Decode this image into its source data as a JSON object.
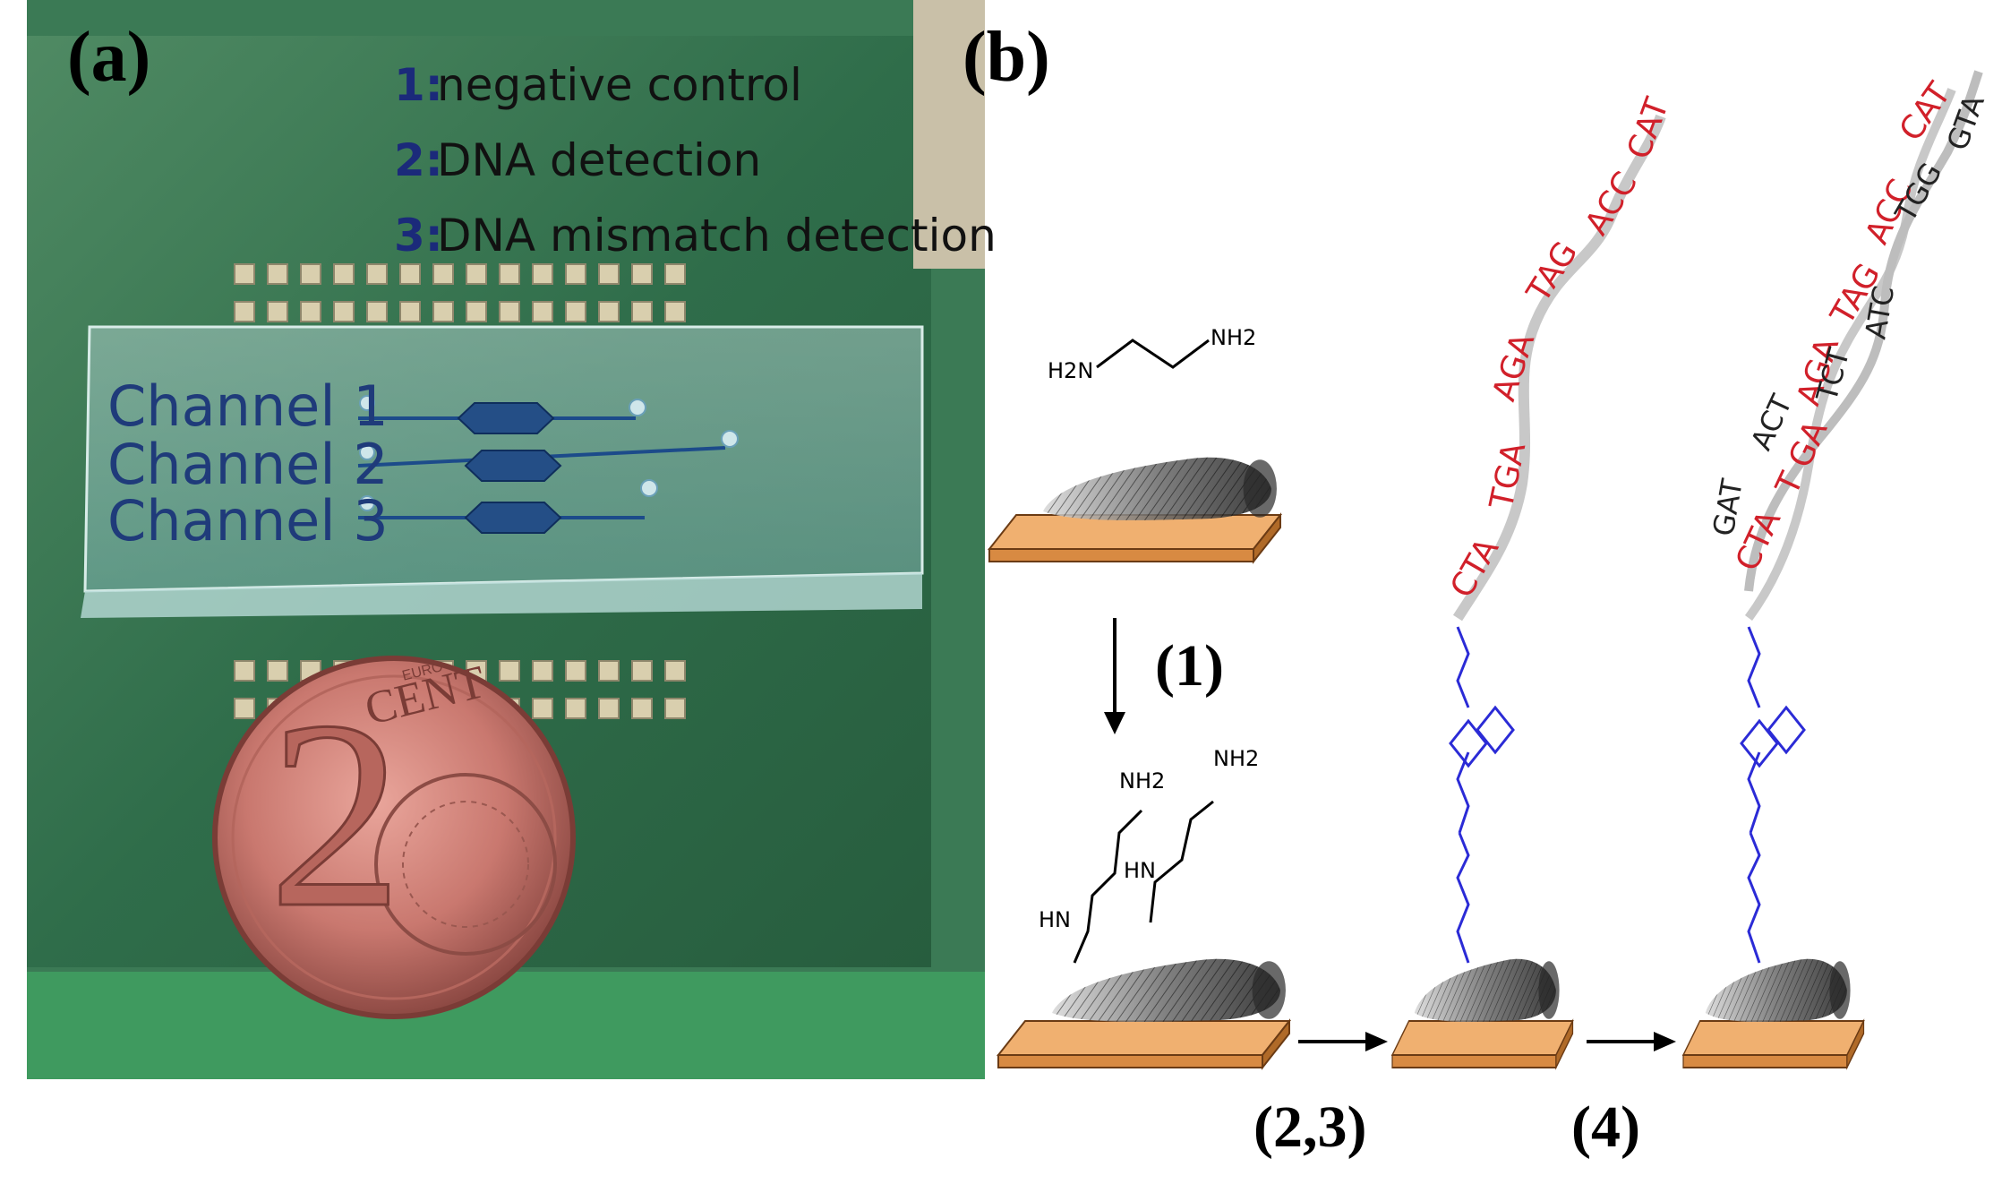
{
  "panel_a": {
    "label": "(a)",
    "legend": [
      {
        "num": "1:",
        "text": "negative control"
      },
      {
        "num": "2:",
        "text": "DNA detection"
      },
      {
        "num": "3:",
        "text": "DNA mismatch detection"
      }
    ],
    "channels": [
      "Channel  1",
      "Channel  2",
      "Channel  3"
    ],
    "coin": {
      "digit": "2",
      "text": "CENT",
      "small": "EURO"
    }
  },
  "panel_b": {
    "label": "(b)",
    "ethylenediamine": {
      "left": "H2N",
      "right": "NH2"
    },
    "functionalized": {
      "amine_top_left": "NH2",
      "amine_top_right": "NH2",
      "amine_left": "HN",
      "amine_right": "HN"
    },
    "steps": {
      "step1": "(1)",
      "step23": "(2,3)",
      "step4": "(4)"
    },
    "probe_codons": [
      "CTA",
      "TGA",
      "AGA",
      "TAG",
      "ACC",
      "CAT"
    ],
    "hybrid_probe_codons": [
      "CTA",
      "T GA",
      "AGA",
      "TAG",
      "ACC",
      "CAT"
    ],
    "target_codons": [
      "GAT",
      "ACT",
      "TCT",
      "ATC",
      "TGG",
      "GTA"
    ],
    "colors": {
      "probe": "#d1202a",
      "target": "#222222",
      "linker": "#2b2bd6",
      "substrate": "#e8a25e"
    }
  }
}
